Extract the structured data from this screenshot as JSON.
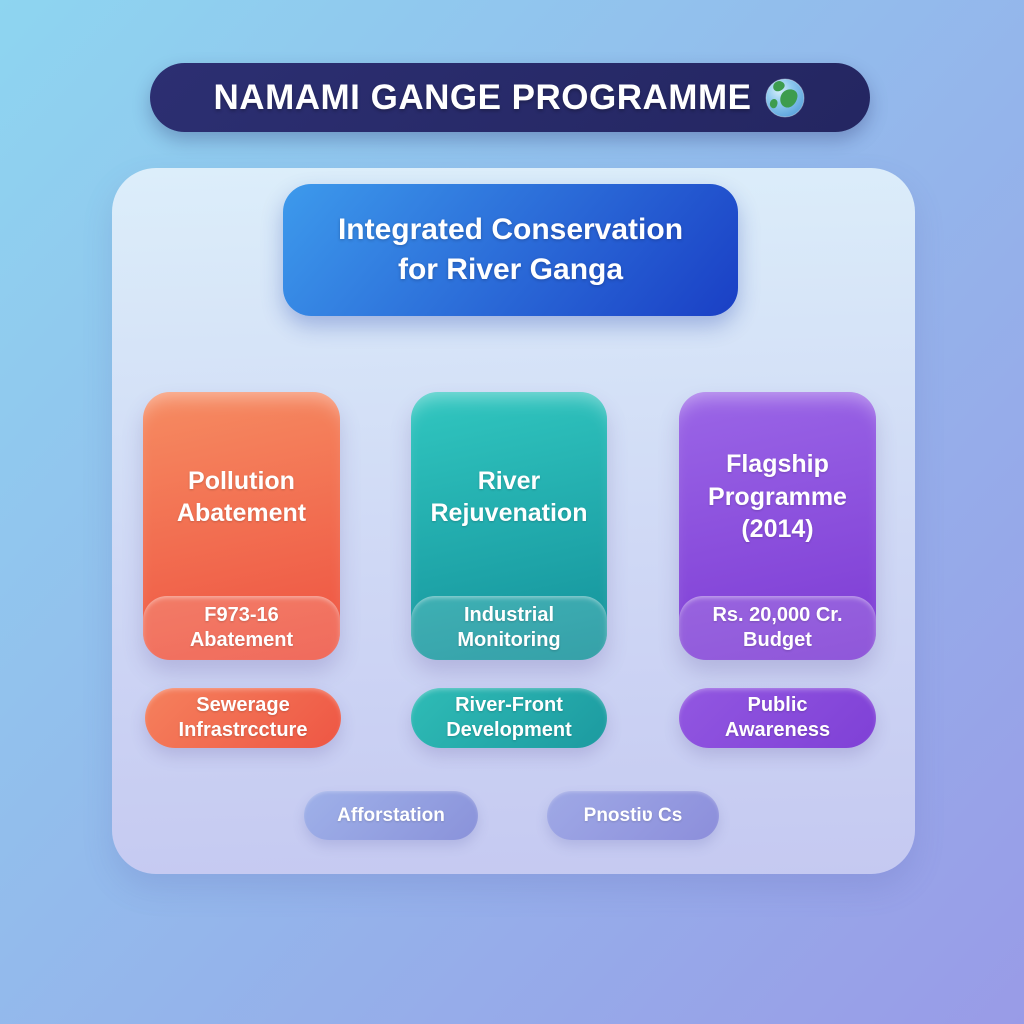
{
  "background": {
    "top_left": "#8ed5f0",
    "bottom_right": "#999be7"
  },
  "header": {
    "title": "NAMAMI GANGE PROGRAMME",
    "icon": "globe-icon",
    "gradient": {
      "angle": "135deg",
      "from": "#2c2f72",
      "to": "#242661"
    }
  },
  "main_box": {
    "text": "Integrated Conservation\nfor River Ganga",
    "gradient": {
      "angle": "130deg",
      "from": "#3d9aec",
      "to": "#1a3fc5"
    }
  },
  "columns": [
    {
      "title": "Pollution\nAbatement",
      "footer": "F973-16\nAbatement",
      "pill": "Sewerage\nInfrastrccture",
      "gradient": {
        "angle": "168deg",
        "from": "#f68c62",
        "to": "#ee5140"
      },
      "pill_gradient": {
        "angle": "135deg",
        "from": "#f5815d",
        "to": "#ee5644"
      }
    },
    {
      "title": "River\nRejuvenation",
      "footer": "Industrial\nMonitoring",
      "pill": "River-Front\nDevelopment",
      "gradient": {
        "angle": "168deg",
        "from": "#31c7c0",
        "to": "#13909a"
      },
      "pill_gradient": {
        "angle": "135deg",
        "from": "#2fbcb6",
        "to": "#1c9aa0"
      }
    },
    {
      "title": "Flagship\nProgramme\n(2014)",
      "footer": "Rs. 20,000 Cr.\nBudget",
      "pill": "Public\nAwareness",
      "gradient": {
        "angle": "168deg",
        "from": "#9b66e7",
        "to": "#7c3ad3"
      },
      "pill_gradient": {
        "angle": "135deg",
        "from": "#9257e1",
        "to": "#7f40d6"
      }
    }
  ],
  "bottom_pills": [
    {
      "label": "Afforstation",
      "gradient": {
        "angle": "135deg",
        "from": "#9fb1e9",
        "to": "#8a92da"
      }
    },
    {
      "label": "Pnostiʋ Cs",
      "gradient": {
        "angle": "135deg",
        "from": "#9fa9e6",
        "to": "#8c8edb"
      }
    }
  ]
}
